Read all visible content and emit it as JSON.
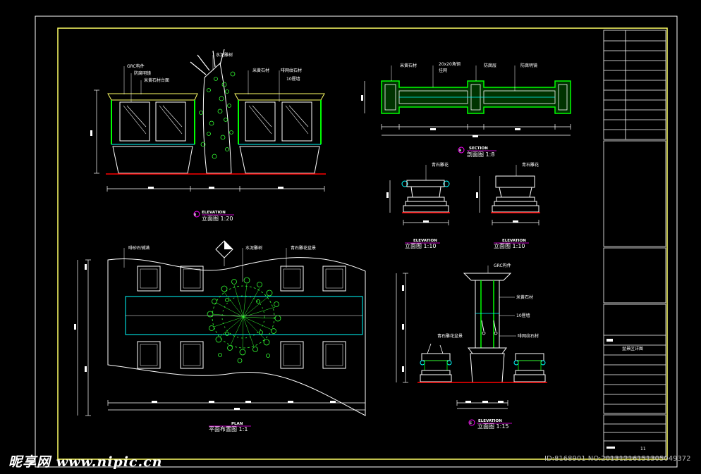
{
  "colors": {
    "background": "#000000",
    "border": "#ffff66",
    "outline": "#ffffff",
    "geometry": "#00ff00",
    "cyan": "#00ffff",
    "ground": "#ff0000",
    "plant": "#33ff33",
    "callout": "#ff00ff"
  },
  "elevation_main": {
    "tag": "ELEVATION",
    "title": "立面图 1:20",
    "marker": "A",
    "notes": [
      "GRC构件",
      "防腐明镜",
      "米黄石材台面",
      "水泥雕树",
      "米黄石材",
      "啡网纹石材",
      "10厘墙"
    ]
  },
  "section": {
    "tag": "SECTION",
    "title": "剖面图 1:8",
    "marker": "B",
    "notes": [
      "米黄石材",
      "20x20角钢",
      "挂网",
      "防腐层",
      "防腐明镜"
    ]
  },
  "elevation_small_left": {
    "tag": "ELEVATION",
    "title": "立面图 1:10",
    "note": "青石雕花"
  },
  "elevation_small_right": {
    "tag": "ELEVATION",
    "title": "立面图 1:10",
    "note": "青石雕花"
  },
  "plan": {
    "tag": "PLAN",
    "title": "平面布置图 1:1",
    "notes": [
      "啡砂石铺满",
      "水泥雕树",
      "青石雕花盆景"
    ]
  },
  "elevation_column": {
    "tag": "ELEVATION",
    "title": "立面图 1:15",
    "marker": "C",
    "notes": [
      "GRC构件",
      "米黄石材",
      "10厘墙",
      "青石雕花盆景",
      "啡网纹石材"
    ]
  },
  "title_block": {
    "drawing_name": "盆景区详图",
    "sheet_number": "11"
  },
  "watermark": {
    "site": "昵享网 www.nipic.cn",
    "id": "ID:8168901 NO:20131216151305049372"
  }
}
